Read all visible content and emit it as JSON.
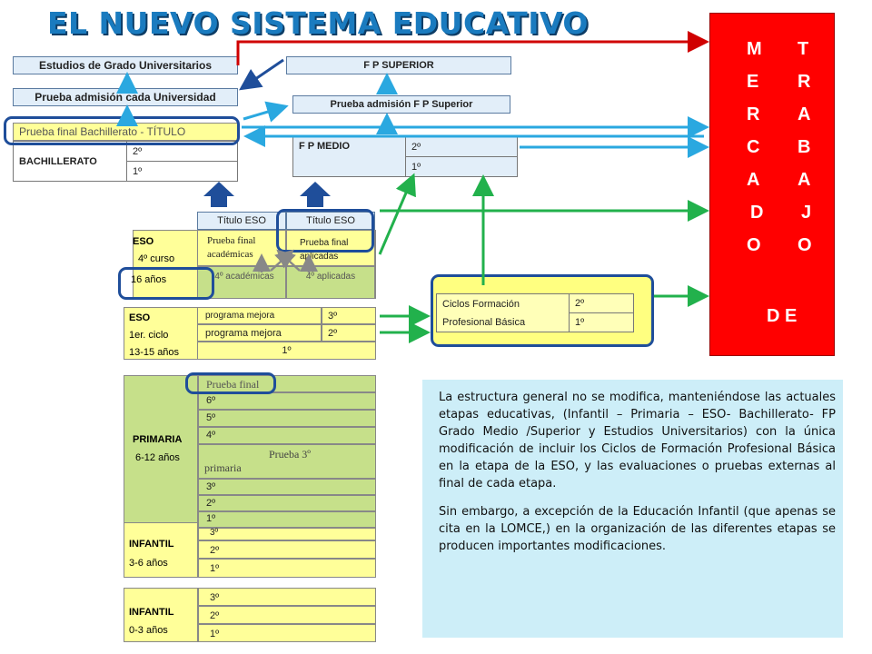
{
  "title": "EL NUEVO SISTEMA EDUCATIVO",
  "university": {
    "estudios": "Estudios de Grado Universitarios",
    "prueba": "Prueba  admisión  cada Universidad"
  },
  "bachillerato": {
    "prueba_final": "Prueba  final Bachillerato   -  TÍTULO",
    "label": "BACHILLERATO",
    "years": [
      "2º",
      "1º"
    ]
  },
  "fp_superior": {
    "label": "F P  SUPERIOR",
    "prueba": "Prueba  admisión F P  Superior"
  },
  "fp_medio": {
    "label": "F P   MEDIO",
    "years": [
      "2º",
      "1º"
    ]
  },
  "mercado": {
    "left": [
      "M",
      "E",
      "R",
      "C",
      "A",
      "D",
      "O"
    ],
    "right": [
      "T",
      "R",
      "A",
      "B",
      "A",
      "J",
      "O"
    ],
    "de": "D E"
  },
  "eso4": {
    "titulo1": "Título  ESO",
    "titulo2": "Título  ESO",
    "eso": "ESO",
    "curso": "4º curso",
    "prueba_acad": "Prueba final académicas",
    "prueba_apl": "Prueba final aplicadas",
    "edad": "16 años",
    "acad": "4º académicas",
    "apl": "4º aplicadas"
  },
  "eso1": {
    "eso": "ESO",
    "ciclo": "1er. ciclo",
    "edad": "13-15  años",
    "rows": [
      {
        "prog": "programa mejora",
        "curso": "3º"
      },
      {
        "prog": "programa  mejora",
        "curso": "2º"
      }
    ],
    "primero": "1º"
  },
  "ciclos": {
    "line1": "Ciclos Formación",
    "line2": "Profesional  Básica",
    "years": [
      "2º",
      "1º"
    ]
  },
  "primaria": {
    "label": "PRIMARIA",
    "edad": "6-12 años",
    "prueba_final": "Prueba final",
    "upper": [
      "6º",
      "5º",
      "4º"
    ],
    "prueba3": "Prueba  3º",
    "prueba3b": "primaria",
    "lower": [
      "3º",
      "2º",
      "1º"
    ]
  },
  "infantil36": {
    "label": "INFANTIL",
    "edad": "3-6 años",
    "years": [
      "3º",
      "2º",
      "1º"
    ]
  },
  "infantil03": {
    "label": "INFANTIL",
    "edad": "0-3 años",
    "years": [
      "3º",
      "2º",
      "1º"
    ]
  },
  "text": {
    "p1": "La estructura general no se modifica, manteniéndose las actuales etapas educativas, (Infantil – Primaria – ESO- Bachillerato- FP Grado Medio /Superior y Estudios Universitarios) con la única modificación de incluir los Ciclos de Formación Profesional Básica en la etapa de la ESO, y las evaluaciones o pruebas externas  al final de cada etapa.",
    "p2": "Sin embargo, a excepción de la Educación Infantil (que apenas se cita en la LOMCE,) en la organización de las diferentes etapas se producen importantes modificaciones."
  },
  "colors": {
    "title": "#1a7bbf",
    "mercado": "#ff0000",
    "arrow_blue": "#1f4e9a",
    "arrow_cyan": "#2aa8e0",
    "arrow_green": "#22b14c",
    "arrow_red": "#d00000",
    "yellow": "#ffff99",
    "green": "#c6e08a",
    "text_bg": "#cdeef8"
  }
}
